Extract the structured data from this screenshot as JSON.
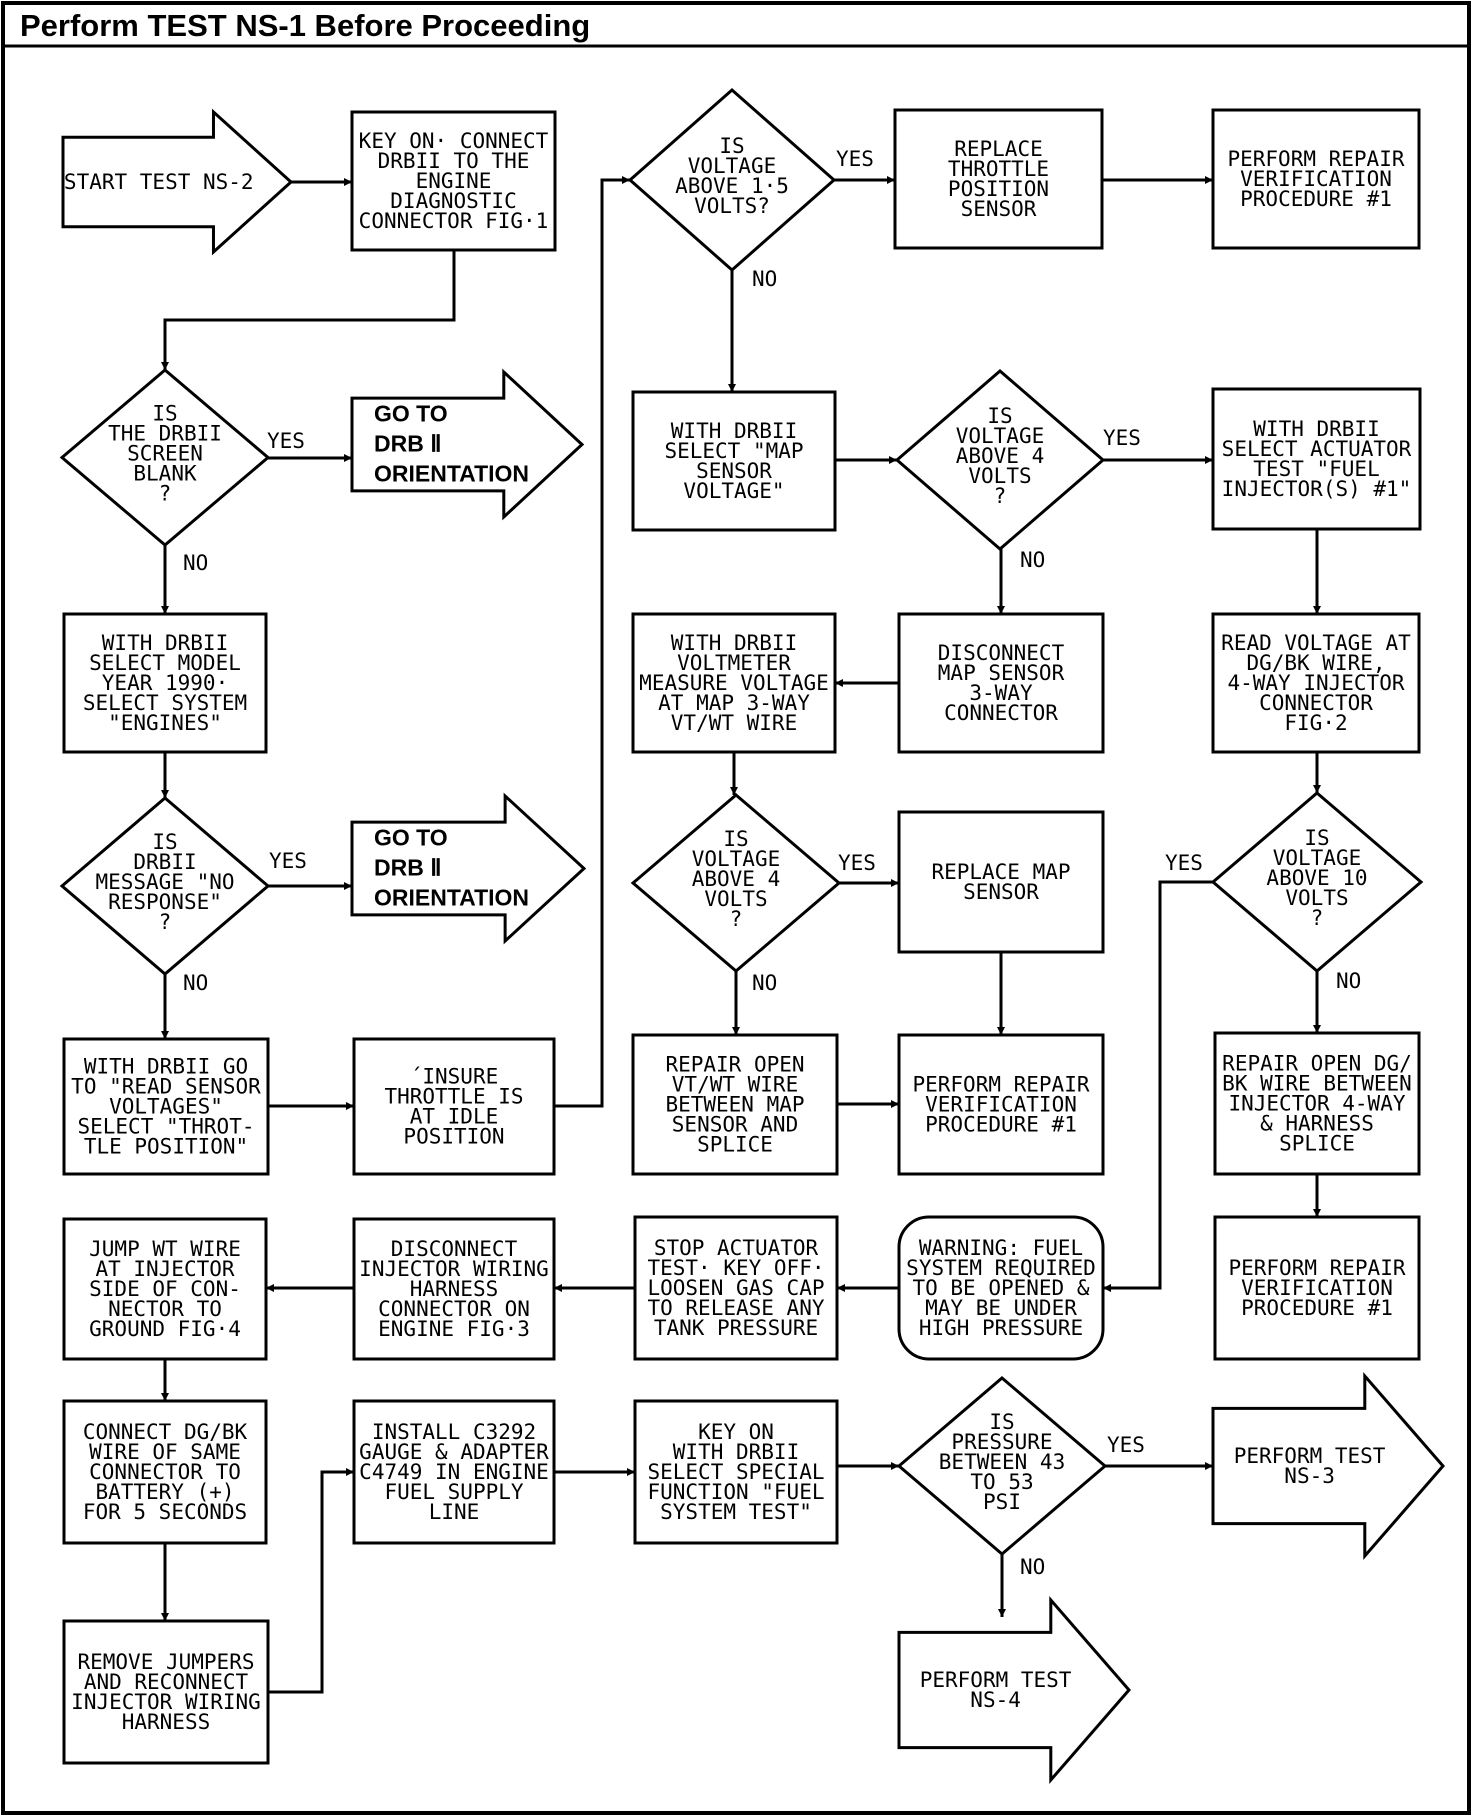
{
  "header": {
    "title": "Perform TEST NS-1 Before Proceeding"
  },
  "nodes": [
    {
      "id": "start",
      "type": "arrow",
      "lines": [
        "START TEST NS-2"
      ]
    },
    {
      "id": "key_on",
      "type": "rect",
      "lines": [
        "KEY ON· CONNECT",
        "DRBII TO THE",
        "ENGINE",
        "DIAGNOSTIC",
        "CONNECTOR FIG·1"
      ]
    },
    {
      "id": "screen_blank",
      "type": "diamond",
      "lines": [
        "IS",
        "THE DRBII",
        "SCREEN",
        "BLANK",
        "?"
      ]
    },
    {
      "id": "goto_drb1",
      "type": "arrow",
      "bold": true,
      "lines": [
        "GO TO",
        "DRB Ⅱ",
        "ORIENTATION"
      ]
    },
    {
      "id": "select_model",
      "type": "rect",
      "lines": [
        "WITH DRBII",
        "SELECT MODEL",
        "YEAR 1990·",
        "SELECT SYSTEM",
        "\"ENGINES\""
      ]
    },
    {
      "id": "no_response",
      "type": "diamond",
      "lines": [
        "IS",
        "DRBII",
        "MESSAGE \"NO",
        "RESPONSE\"",
        "?"
      ]
    },
    {
      "id": "goto_drb2",
      "type": "arrow",
      "bold": true,
      "lines": [
        "GO TO",
        "DRB Ⅱ",
        "ORIENTATION"
      ]
    },
    {
      "id": "read_sensor",
      "type": "rect",
      "lines": [
        "WITH DRBII GO",
        "TO \"READ SENSOR",
        "VOLTAGES\"",
        "SELECT \"THROT-",
        "TLE POSITION\""
      ]
    },
    {
      "id": "insure_throttle",
      "type": "rect",
      "lines": [
        "´INSURE",
        "THROTTLE IS",
        "AT IDLE",
        "POSITION"
      ]
    },
    {
      "id": "volt_15",
      "type": "diamond",
      "lines": [
        "IS",
        "VOLTAGE",
        "ABOVE 1·5",
        "VOLTS?"
      ]
    },
    {
      "id": "replace_tps",
      "type": "rect",
      "lines": [
        "REPLACE",
        "THROTTLE",
        "POSITION",
        "SENSOR"
      ]
    },
    {
      "id": "repair_verif_1",
      "type": "rect",
      "lines": [
        "PERFORM REPAIR",
        "VERIFICATION",
        "PROCEDURE #1"
      ]
    },
    {
      "id": "map_voltage",
      "type": "rect",
      "lines": [
        "WITH DRBII",
        "SELECT \"MAP",
        "SENSOR",
        "VOLTAGE\""
      ]
    },
    {
      "id": "volt_4a",
      "type": "diamond",
      "lines": [
        "IS",
        "VOLTAGE",
        "ABOVE 4",
        "VOLTS",
        "?"
      ]
    },
    {
      "id": "actuator_test",
      "type": "rect",
      "lines": [
        "WITH DRBII",
        "SELECT ACTUATOR",
        "TEST \"FUEL",
        "INJECTOR(S) #1\""
      ]
    },
    {
      "id": "disconnect_map",
      "type": "rect",
      "lines": [
        "DISCONNECT",
        "MAP SENSOR",
        "3-WAY",
        "CONNECTOR"
      ]
    },
    {
      "id": "voltmeter",
      "type": "rect",
      "lines": [
        "WITH DRBII",
        "VOLTMETER",
        "MEASURE VOLTAGE",
        "AT MAP 3-WAY",
        "VT/WT WIRE"
      ]
    },
    {
      "id": "read_dgbk",
      "type": "rect",
      "lines": [
        "READ VOLTAGE AT",
        "DG/BK WIRE,",
        "4-WAY INJECTOR",
        "CONNECTOR",
        "FIG·2"
      ]
    },
    {
      "id": "volt_4b",
      "type": "diamond",
      "lines": [
        "IS",
        "VOLTAGE",
        "ABOVE 4",
        "VOLTS",
        "?"
      ]
    },
    {
      "id": "replace_map",
      "type": "rect",
      "lines": [
        "REPLACE MAP",
        "SENSOR"
      ]
    },
    {
      "id": "volt_10",
      "type": "diamond",
      "lines": [
        "IS",
        "VOLTAGE",
        "ABOVE 10",
        "VOLTS",
        "?"
      ]
    },
    {
      "id": "repair_vtwt",
      "type": "rect",
      "lines": [
        "REPAIR OPEN",
        "VT/WT WIRE",
        "BETWEEN MAP",
        "SENSOR AND",
        "SPLICE"
      ]
    },
    {
      "id": "repair_verif_2",
      "type": "rect",
      "lines": [
        "PERFORM REPAIR",
        "VERIFICATION",
        "PROCEDURE #1"
      ]
    },
    {
      "id": "repair_dgbk",
      "type": "rect",
      "lines": [
        "REPAIR OPEN DG/",
        "BK WIRE BETWEEN",
        "INJECTOR 4-WAY",
        "& HARNESS",
        "SPLICE"
      ]
    },
    {
      "id": "jump_wt",
      "type": "rect",
      "lines": [
        "JUMP WT WIRE",
        "AT INJECTOR",
        "SIDE OF CON-",
        "NECTOR TO",
        "GROUND FIG·4"
      ]
    },
    {
      "id": "disconnect_inj",
      "type": "rect",
      "lines": [
        "DISCONNECT",
        "INJECTOR WIRING",
        "HARNESS",
        "CONNECTOR ON",
        "ENGINE FIG·3"
      ]
    },
    {
      "id": "stop_actuator",
      "type": "rect",
      "lines": [
        "STOP ACTUATOR",
        "TEST· KEY OFF·",
        "LOOSEN GAS CAP",
        "TO RELEASE ANY",
        "TANK PRESSURE"
      ]
    },
    {
      "id": "warning",
      "type": "rounded",
      "lines": [
        "WARNING: FUEL",
        "SYSTEM REQUIRED",
        "TO BE OPENED &",
        "MAY BE UNDER",
        "HIGH PRESSURE"
      ]
    },
    {
      "id": "repair_verif_3",
      "type": "rect",
      "lines": [
        "PERFORM REPAIR",
        "VERIFICATION",
        "PROCEDURE #1"
      ]
    },
    {
      "id": "connect_dgbk",
      "type": "rect",
      "lines": [
        "CONNECT DG/BK",
        "WIRE OF SAME",
        "CONNECTOR TO",
        "BATTERY (+)",
        "FOR 5 SECONDS"
      ]
    },
    {
      "id": "install_gauge",
      "type": "rect",
      "lines": [
        "INSTALL C3292",
        "GAUGE & ADAPTER",
        "C4749 IN ENGINE",
        "FUEL SUPPLY",
        "LINE"
      ]
    },
    {
      "id": "key_on_fuel",
      "type": "rect",
      "lines": [
        "KEY ON",
        "WITH DRBII",
        "SELECT SPECIAL",
        "FUNCTION \"FUEL",
        "SYSTEM TEST\""
      ]
    },
    {
      "id": "pressure",
      "type": "diamond",
      "lines": [
        "IS",
        "PRESSURE",
        "BETWEEN 43",
        "TO 53",
        "PSI"
      ]
    },
    {
      "id": "test_ns3",
      "type": "arrow",
      "lines": [
        "PERFORM TEST",
        "NS-3"
      ]
    },
    {
      "id": "remove_jumpers",
      "type": "rect",
      "lines": [
        "REMOVE JUMPERS",
        "AND RECONNECT",
        "INJECTOR WIRING",
        "HARNESS"
      ]
    },
    {
      "id": "test_ns4",
      "type": "arrow",
      "lines": [
        "PERFORM TEST",
        "NS-4"
      ]
    }
  ],
  "edge_labels": [
    {
      "id": "screen_blank_yes",
      "text": "YES"
    },
    {
      "id": "screen_blank_no",
      "text": "NO"
    },
    {
      "id": "no_response_yes",
      "text": "YES"
    },
    {
      "id": "no_response_no",
      "text": "NO"
    },
    {
      "id": "volt_15_yes",
      "text": "YES"
    },
    {
      "id": "volt_15_no",
      "text": "NO"
    },
    {
      "id": "volt_4a_yes",
      "text": "YES"
    },
    {
      "id": "volt_4a_no",
      "text": "NO"
    },
    {
      "id": "volt_4b_yes",
      "text": "YES"
    },
    {
      "id": "volt_4b_no",
      "text": "NO"
    },
    {
      "id": "volt_10_yes",
      "text": "YES"
    },
    {
      "id": "volt_10_no",
      "text": "NO"
    },
    {
      "id": "pressure_yes",
      "text": "YES"
    },
    {
      "id": "pressure_no",
      "text": "NO"
    }
  ]
}
